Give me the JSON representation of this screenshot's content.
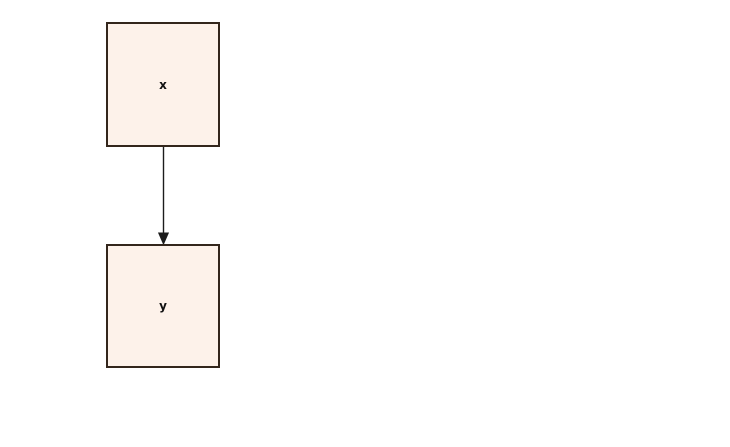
{
  "diagram": {
    "nodes": [
      {
        "id": "x",
        "label": "x"
      },
      {
        "id": "y",
        "label": "y"
      }
    ],
    "edges": [
      {
        "from": "x",
        "to": "y",
        "direction": "down",
        "arrowhead": "filled-triangle"
      }
    ]
  },
  "colors": {
    "background": "#ffffff",
    "node_fill": "#fdf2ea",
    "node_border": "#33261c",
    "edge_line": "#1c1c1c",
    "label_text": "#111111"
  }
}
